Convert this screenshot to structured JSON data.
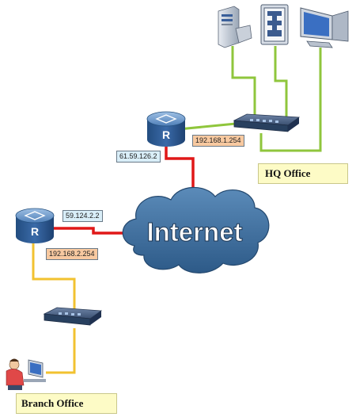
{
  "labels": {
    "hq_router_wan": "61.59.126.2",
    "hq_router_lan": "192.168.1.254",
    "branch_router_wan": "59.124.2.2",
    "branch_router_lan": "192.168.2.254",
    "internet": "Internet",
    "router_letter": "R",
    "hq_office": "HQ Office",
    "branch_office": "Branch Office"
  },
  "colors": {
    "wan_link": "#e01818",
    "hq_lan_link": "#8fc63c",
    "branch_lan_link": "#f2c230",
    "router": "#2f5f9c",
    "cloud": "#3d6e9f",
    "office_box": "#fdfbc6",
    "wan_ip_box": "#d9eef8",
    "lan_ip_box": "#f8c9a0"
  },
  "devices": [
    "server-icon",
    "firewall-icon",
    "pc-icon",
    "switch-icon",
    "router-icon",
    "cloud-icon",
    "user-at-pc-icon"
  ]
}
